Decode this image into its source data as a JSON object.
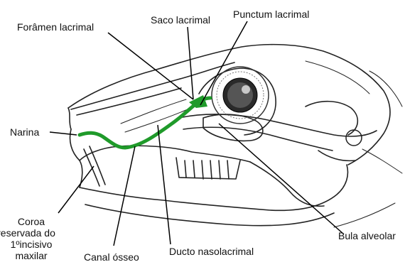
{
  "labels": {
    "foramen": "Forâmen lacrimal",
    "saco": "Saco lacrimal",
    "punctum": "Punctum lacrimal",
    "narina": "Narina",
    "coroa_line1": "Coroa",
    "coroa_line2": "reservada do",
    "coroa_line3": "1ºincisivo",
    "coroa_line4": "maxilar",
    "canal": "Canal ósseo",
    "ducto": "Ducto nasolacrimal",
    "bula": "Bula alveolar"
  },
  "colors": {
    "duct": "#1f9a2a",
    "outline": "#222222",
    "leader": "#000000"
  }
}
